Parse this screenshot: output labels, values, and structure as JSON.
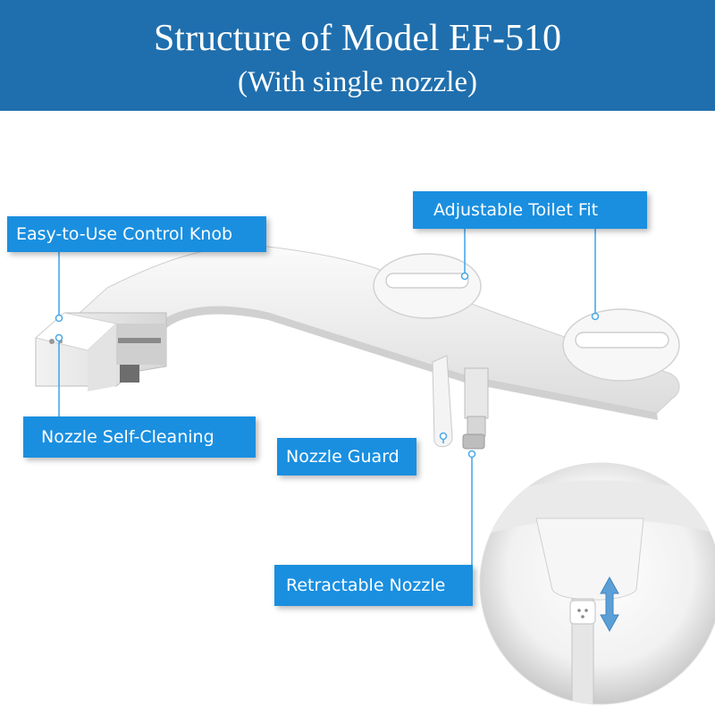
{
  "header": {
    "title": "Structure of Model EF-510",
    "subtitle": "(With single nozzle)"
  },
  "labels": {
    "control_knob": "Easy-to-Use Control Knob",
    "toilet_fit": "Adjustable Toilet Fit",
    "self_cleaning": "Nozzle Self-Cleaning",
    "nozzle_guard": "Nozzle Guard",
    "retractable": "Retractable Nozzle"
  },
  "colors": {
    "header_bg": "#1f6fae",
    "label_bg": "#1a8fe0",
    "leader_line": "#4aa8e6",
    "arrow": "#5b9fd6"
  }
}
